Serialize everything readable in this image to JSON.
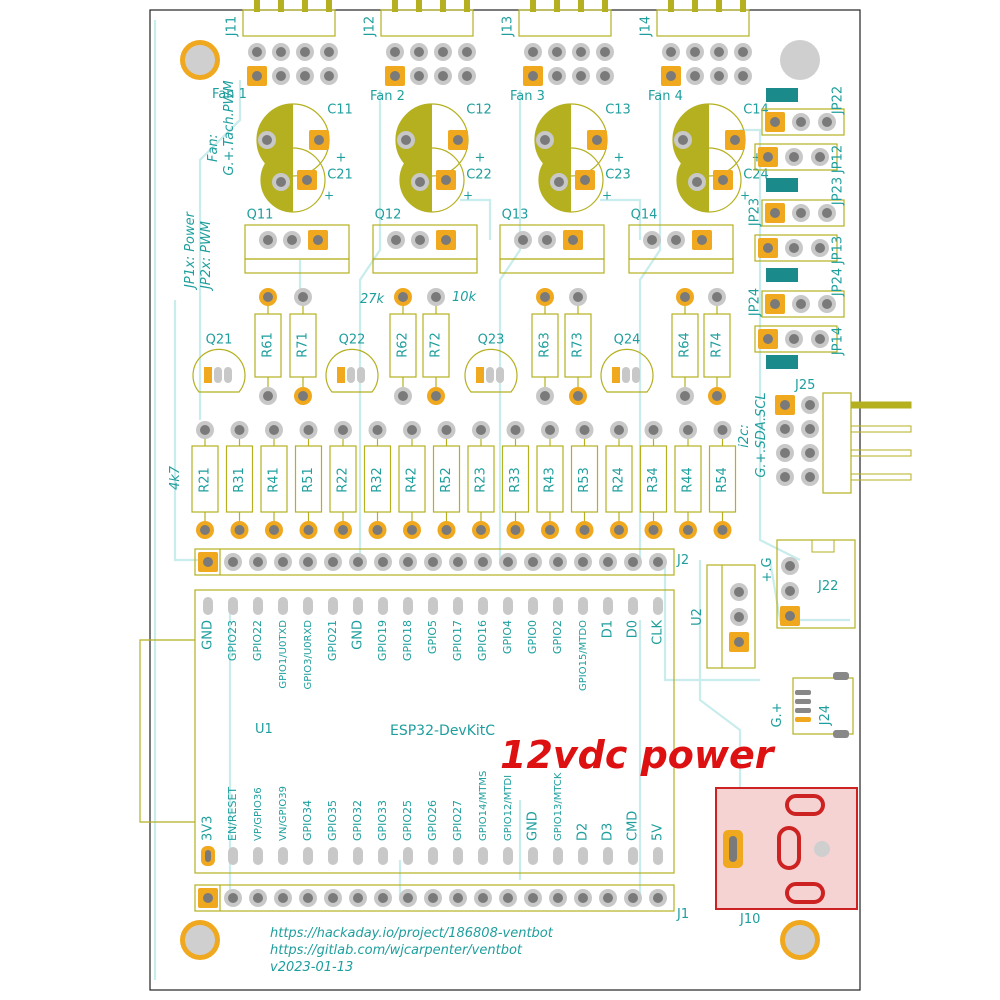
{
  "headers": {
    "fan": [
      {
        "ref": "J11",
        "label": "Fan 1"
      },
      {
        "ref": "J12",
        "label": "Fan 2"
      },
      {
        "ref": "J13",
        "label": "Fan 3"
      },
      {
        "ref": "J14",
        "label": "Fan 4"
      }
    ]
  },
  "caps_big": [
    "C11",
    "C12",
    "C13",
    "C14"
  ],
  "caps_small": [
    "C21",
    "C22",
    "C23",
    "C24"
  ],
  "mosfets": [
    "Q11",
    "Q12",
    "Q13",
    "Q14"
  ],
  "transistors": [
    "Q21",
    "Q22",
    "Q23",
    "Q24"
  ],
  "upper_resistors": [
    "R61",
    "R71",
    "R62",
    "R72",
    "R63",
    "R73",
    "R64",
    "R74"
  ],
  "lower_resistors": [
    "R21",
    "R31",
    "R41",
    "R51",
    "R22",
    "R32",
    "R42",
    "R52",
    "R23",
    "R33",
    "R43",
    "R53",
    "R24",
    "R34",
    "R44",
    "R54"
  ],
  "value_labels": {
    "r27k": "27k",
    "r10k": "10k",
    "r4k7": "4k7"
  },
  "notes": {
    "fan_line1": "Fan:",
    "fan_line2": "G.+.Tach.PWM",
    "jp_line1": "JP1x: Power",
    "jp_line2": "JP2x: PWM",
    "i2c_line1": "i2c:",
    "i2c_line2": "G.+.SDA.SCL",
    "pg": "+.G",
    "gplus": "G.+"
  },
  "jumpers": [
    "JP22",
    "JP12",
    "JP23",
    "JP13",
    "JP24",
    "JP14"
  ],
  "connectors": {
    "j25": "J25",
    "j22": "J22",
    "j24": "J24",
    "j10": "J10",
    "j2": "J2",
    "j1": "J1",
    "u2": "U2"
  },
  "module": {
    "ref": "U1",
    "name": "ESP32-DevKitC",
    "top_pins": [
      "GND",
      "GPIO23",
      "GPIO22",
      "GPIO1/U0TXD",
      "GPIO3/U0RXD",
      "GPIO21",
      "GND",
      "GPIO19",
      "GPIO18",
      "GPIO5",
      "GPIO17",
      "GPIO16",
      "GPIO4",
      "GPIO0",
      "GPIO2",
      "GPIO15/MTDO",
      "D1",
      "D0",
      "CLK"
    ],
    "bottom_pins": [
      "3V3",
      "EN/RESET",
      "VP/GPIO36",
      "VN/GPIO39",
      "GPIO34",
      "GPIO35",
      "GPIO32",
      "GPIO33",
      "GPIO25",
      "GPIO26",
      "GPIO27",
      "GPIO14/MTMS",
      "GPIO12/MTDI",
      "GND",
      "GPIO13/MTCK",
      "D2",
      "D3",
      "CMD",
      "5V"
    ]
  },
  "power_callout": "12vdc power",
  "footer": [
    "https://hackaday.io/project/186808-ventbot",
    "https://gitlab.com/wjcarpenter/ventbot",
    "v2023-01-13"
  ],
  "colors": {
    "silk": "#1f9e9e",
    "copper": "#b5b020",
    "pad": "#f0a81e",
    "callout": "#dd1111",
    "trace": "#c9ecec"
  }
}
